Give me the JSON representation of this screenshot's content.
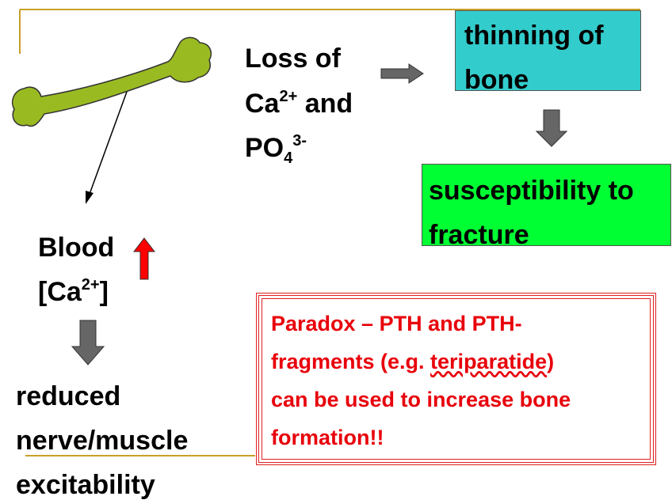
{
  "loss": {
    "line1": "Loss of",
    "ca_base": "Ca",
    "ca_sup": "2+",
    "and": " and",
    "po_base": "PO",
    "po_sub": "4",
    "po_sup": "3-"
  },
  "thinning": {
    "line1": "thinning of",
    "line2": "bone"
  },
  "susceptibility": {
    "line1": "susceptibility to",
    "line2": "fracture"
  },
  "blood": {
    "line1": "Blood",
    "ca_open": "[Ca",
    "ca_sup": "2+",
    "ca_close": "]"
  },
  "reduced": {
    "line1": "reduced",
    "line2": "nerve/muscle",
    "line3": "excitability"
  },
  "paradox": {
    "line1": "Paradox – PTH and PTH-",
    "line2_pre": "fragments (e.g. ",
    "line2_drug": "teriparatide",
    "line2_post": ")",
    "line3": "can be used to increase bone",
    "line4": "formation!!"
  },
  "colors": {
    "thinning_box": "#33cccc",
    "fracture_box": "#00ff33",
    "bone": "#9aba22",
    "paradox_text": "#e8000b",
    "gray_arrow": "#666666",
    "red_arrow": "#ff0000",
    "frame_line": "#c8a028"
  }
}
